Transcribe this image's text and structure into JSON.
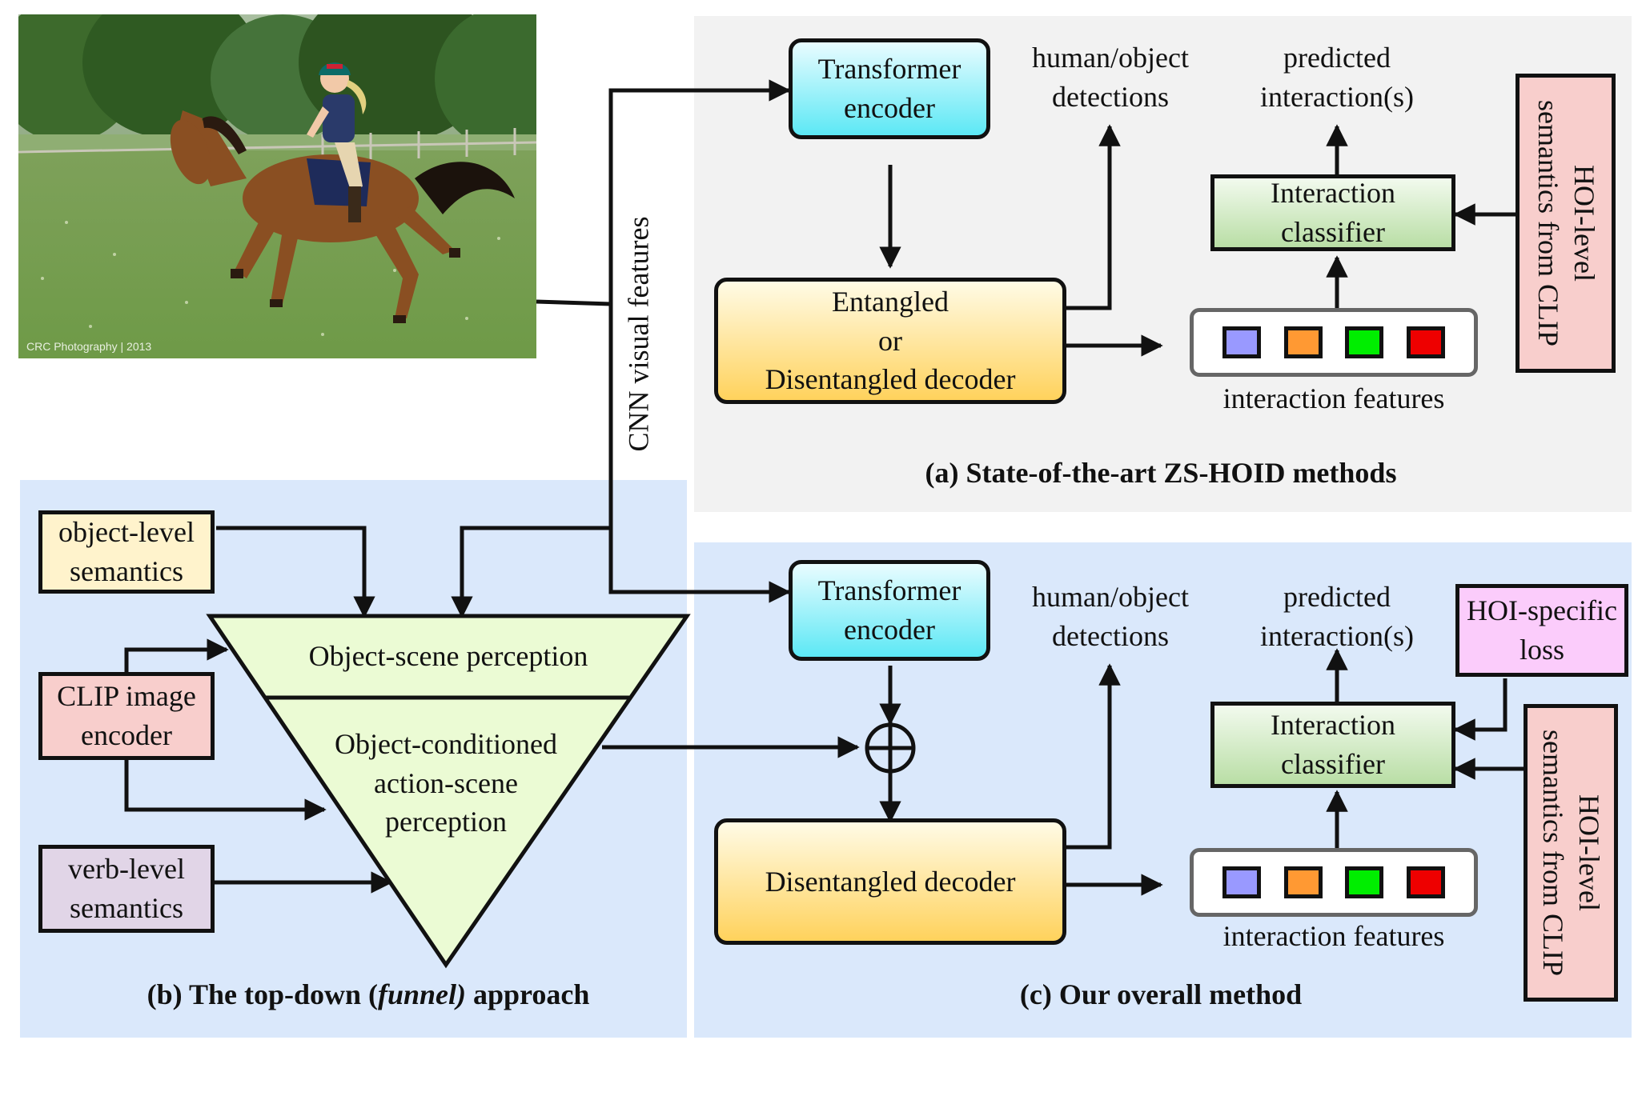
{
  "panel_a": {
    "transformer": "Transformer\nencoder",
    "decoder": "Entangled\nor\nDisentangled decoder",
    "detections": "human/object\ndetections",
    "predicted": "predicted\ninteraction(s)",
    "classifier": "Interaction\nclassifier",
    "features": "interaction features",
    "clip_semantics": "HOI-level\nsemantics from CLIP",
    "caption": "(a) State-of-the-art ZS-HOID methods"
  },
  "panel_b": {
    "object_semantics": "object-level\nsemantics",
    "clip_encoder": "CLIP image\nencoder",
    "verb_semantics": "verb-level\nsemantics",
    "funnel_top": "Object-scene perception",
    "funnel_bottom": "Object-conditioned\naction-scene\nperception",
    "caption_prefix": "(b) The top-down (",
    "caption_italic": "funnel)",
    "caption_suffix": " approach"
  },
  "panel_c": {
    "transformer": "Transformer\nencoder",
    "decoder": "Disentangled decoder",
    "detections": "human/object\ndetections",
    "predicted": "predicted\ninteraction(s)",
    "classifier": "Interaction\nclassifier",
    "features": "interaction features",
    "hoi_loss": "HOI-specific\nloss",
    "clip_semantics": "HOI-level\nsemantics from CLIP",
    "caption": "(c) Our overall method"
  },
  "cnn_label": "CNN visual features",
  "photo_watermark": "CRC Photography | 2013",
  "colors": {
    "feature_chips": [
      "#9999ff",
      "#ff9933",
      "#00ee00",
      "#ee0000"
    ]
  }
}
